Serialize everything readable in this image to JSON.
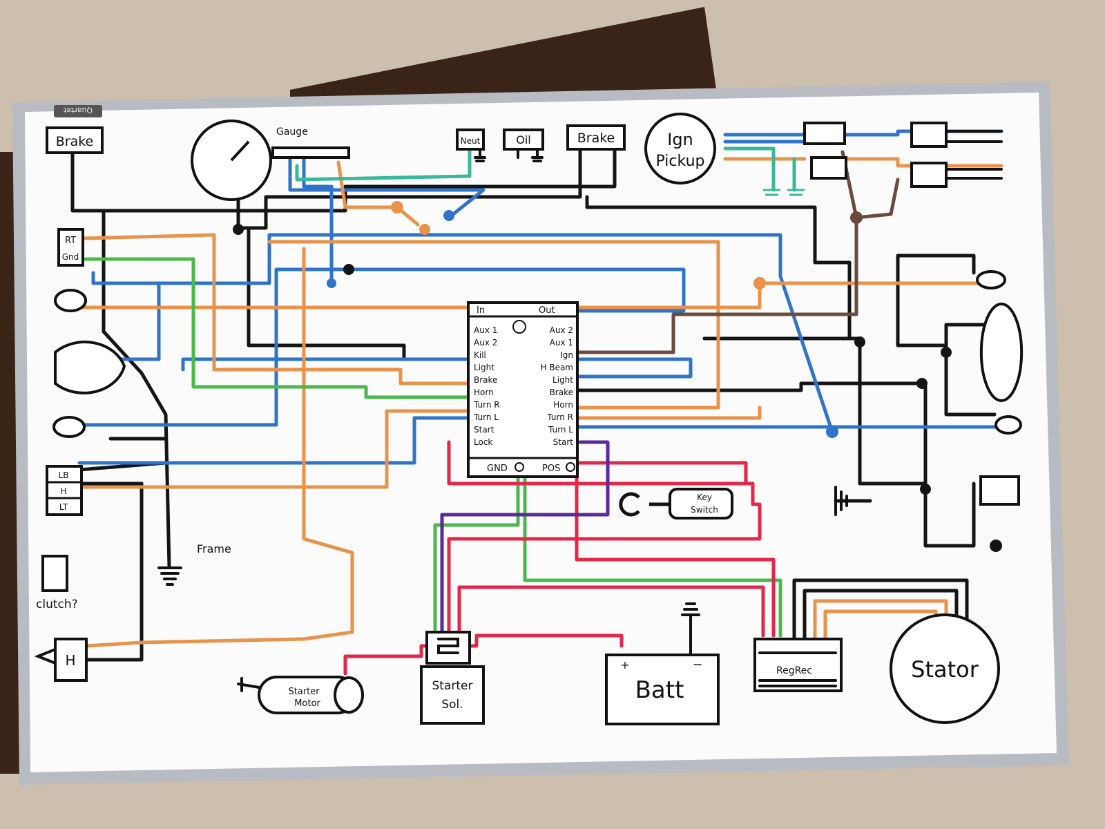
{
  "board": {
    "brand": "Quartet"
  },
  "labels": {
    "brake_left": "Brake",
    "gauge": "Gauge",
    "neut": "Neut",
    "oil": "Oil",
    "brake_right": "Brake",
    "ign_line1": "Ign",
    "ign_line2": "Pickup",
    "rt": "RT",
    "gnd": "Gnd",
    "lb": "LB",
    "h_small": "H",
    "lt": "LT",
    "frame": "Frame",
    "clutch": "clutch?",
    "horn_h": "H",
    "key_line1": "Key",
    "key_line2": "Switch",
    "starter_motor_line1": "Starter",
    "starter_motor_line2": "Motor",
    "starter_sol_line1": "Starter",
    "starter_sol_line2": "Sol.",
    "batt": "Batt",
    "batt_plus": "+",
    "batt_minus": "−",
    "regrec": "RegRec",
    "stator": "Stator"
  },
  "controller": {
    "header_in": "In",
    "header_out": "Out",
    "inputs": [
      "Aux 1",
      "Aux 2",
      "Kill",
      "Light",
      "Brake",
      "Horn",
      "Turn R",
      "Turn L",
      "Start",
      "Lock"
    ],
    "outputs": [
      "Aux 2",
      "Aux 1",
      "Ign",
      "H Beam",
      "Light",
      "Brake",
      "Horn",
      "Turn R",
      "Turn L",
      "Start"
    ],
    "gnd": "GND",
    "pos": "POS"
  },
  "wire_colors": {
    "black": "#141414",
    "blue": "#2f74c8",
    "orange": "#e8924a",
    "green": "#4ab84a",
    "red": "#e0284a",
    "purple": "#5a2a9a",
    "brown": "#6b4a3e",
    "teal": "#39b89a"
  }
}
